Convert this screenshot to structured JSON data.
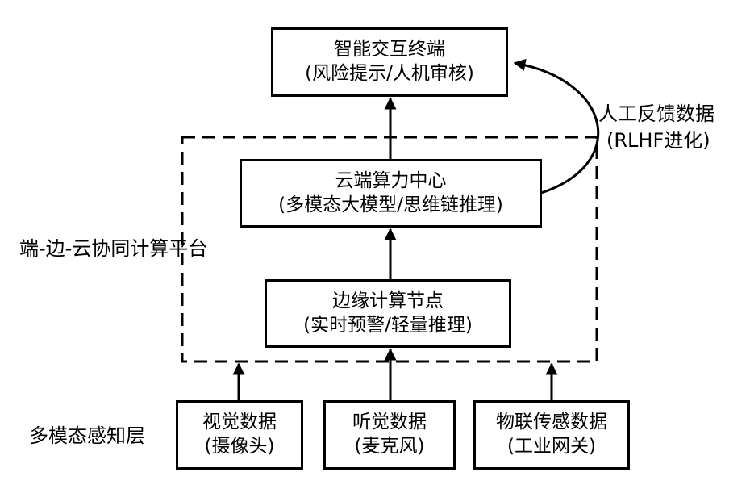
{
  "top": {
    "title": "智能交互终端",
    "subtitle": "(风险提示/人机审核)"
  },
  "cloud": {
    "title": "云端算力中心",
    "subtitle": "(多模态大模型/思维链推理)"
  },
  "edge": {
    "title": "边缘计算节点",
    "subtitle": "(实时预警/轻量推理)"
  },
  "platform_label": "端-边-云协同计算平台",
  "feedback": {
    "line1": "人工反馈数据",
    "line2": "(RLHF进化)"
  },
  "perception_label": "多模态感知层",
  "sensors": [
    {
      "title": "视觉数据",
      "subtitle": "(摄像头)"
    },
    {
      "title": "听觉数据",
      "subtitle": "(麦克风)"
    },
    {
      "title": "物联传感数据",
      "subtitle": "(工业网关)"
    }
  ]
}
